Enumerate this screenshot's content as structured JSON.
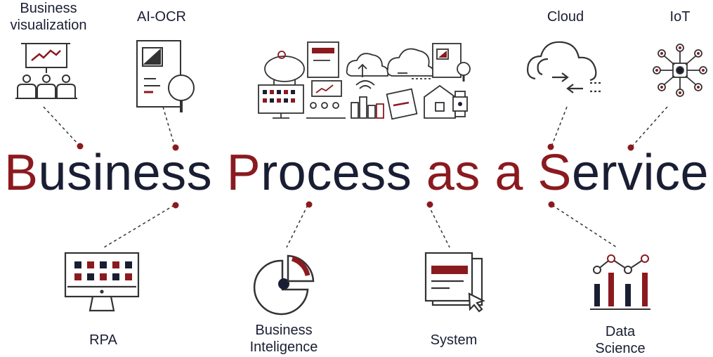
{
  "labels": {
    "business_visualization": "Business\nvisualization",
    "ai_ocr": "AI-OCR",
    "cloud": "Cloud",
    "iot": "IoT",
    "rpa": "RPA",
    "business_intelligence": "Business\nInteligence",
    "system": "System",
    "data_science": "Data\nScience"
  },
  "title": {
    "w1_first": "B",
    "w1_rest": "usiness",
    "w2_first": "P",
    "w2_rest": "rocess",
    "w3": "as",
    "w4": "a",
    "w5_first": "S",
    "w5_rest": "ervice"
  },
  "colors": {
    "accent": "#8b1a1f",
    "dark": "#1a1e33",
    "line": "#333333"
  }
}
